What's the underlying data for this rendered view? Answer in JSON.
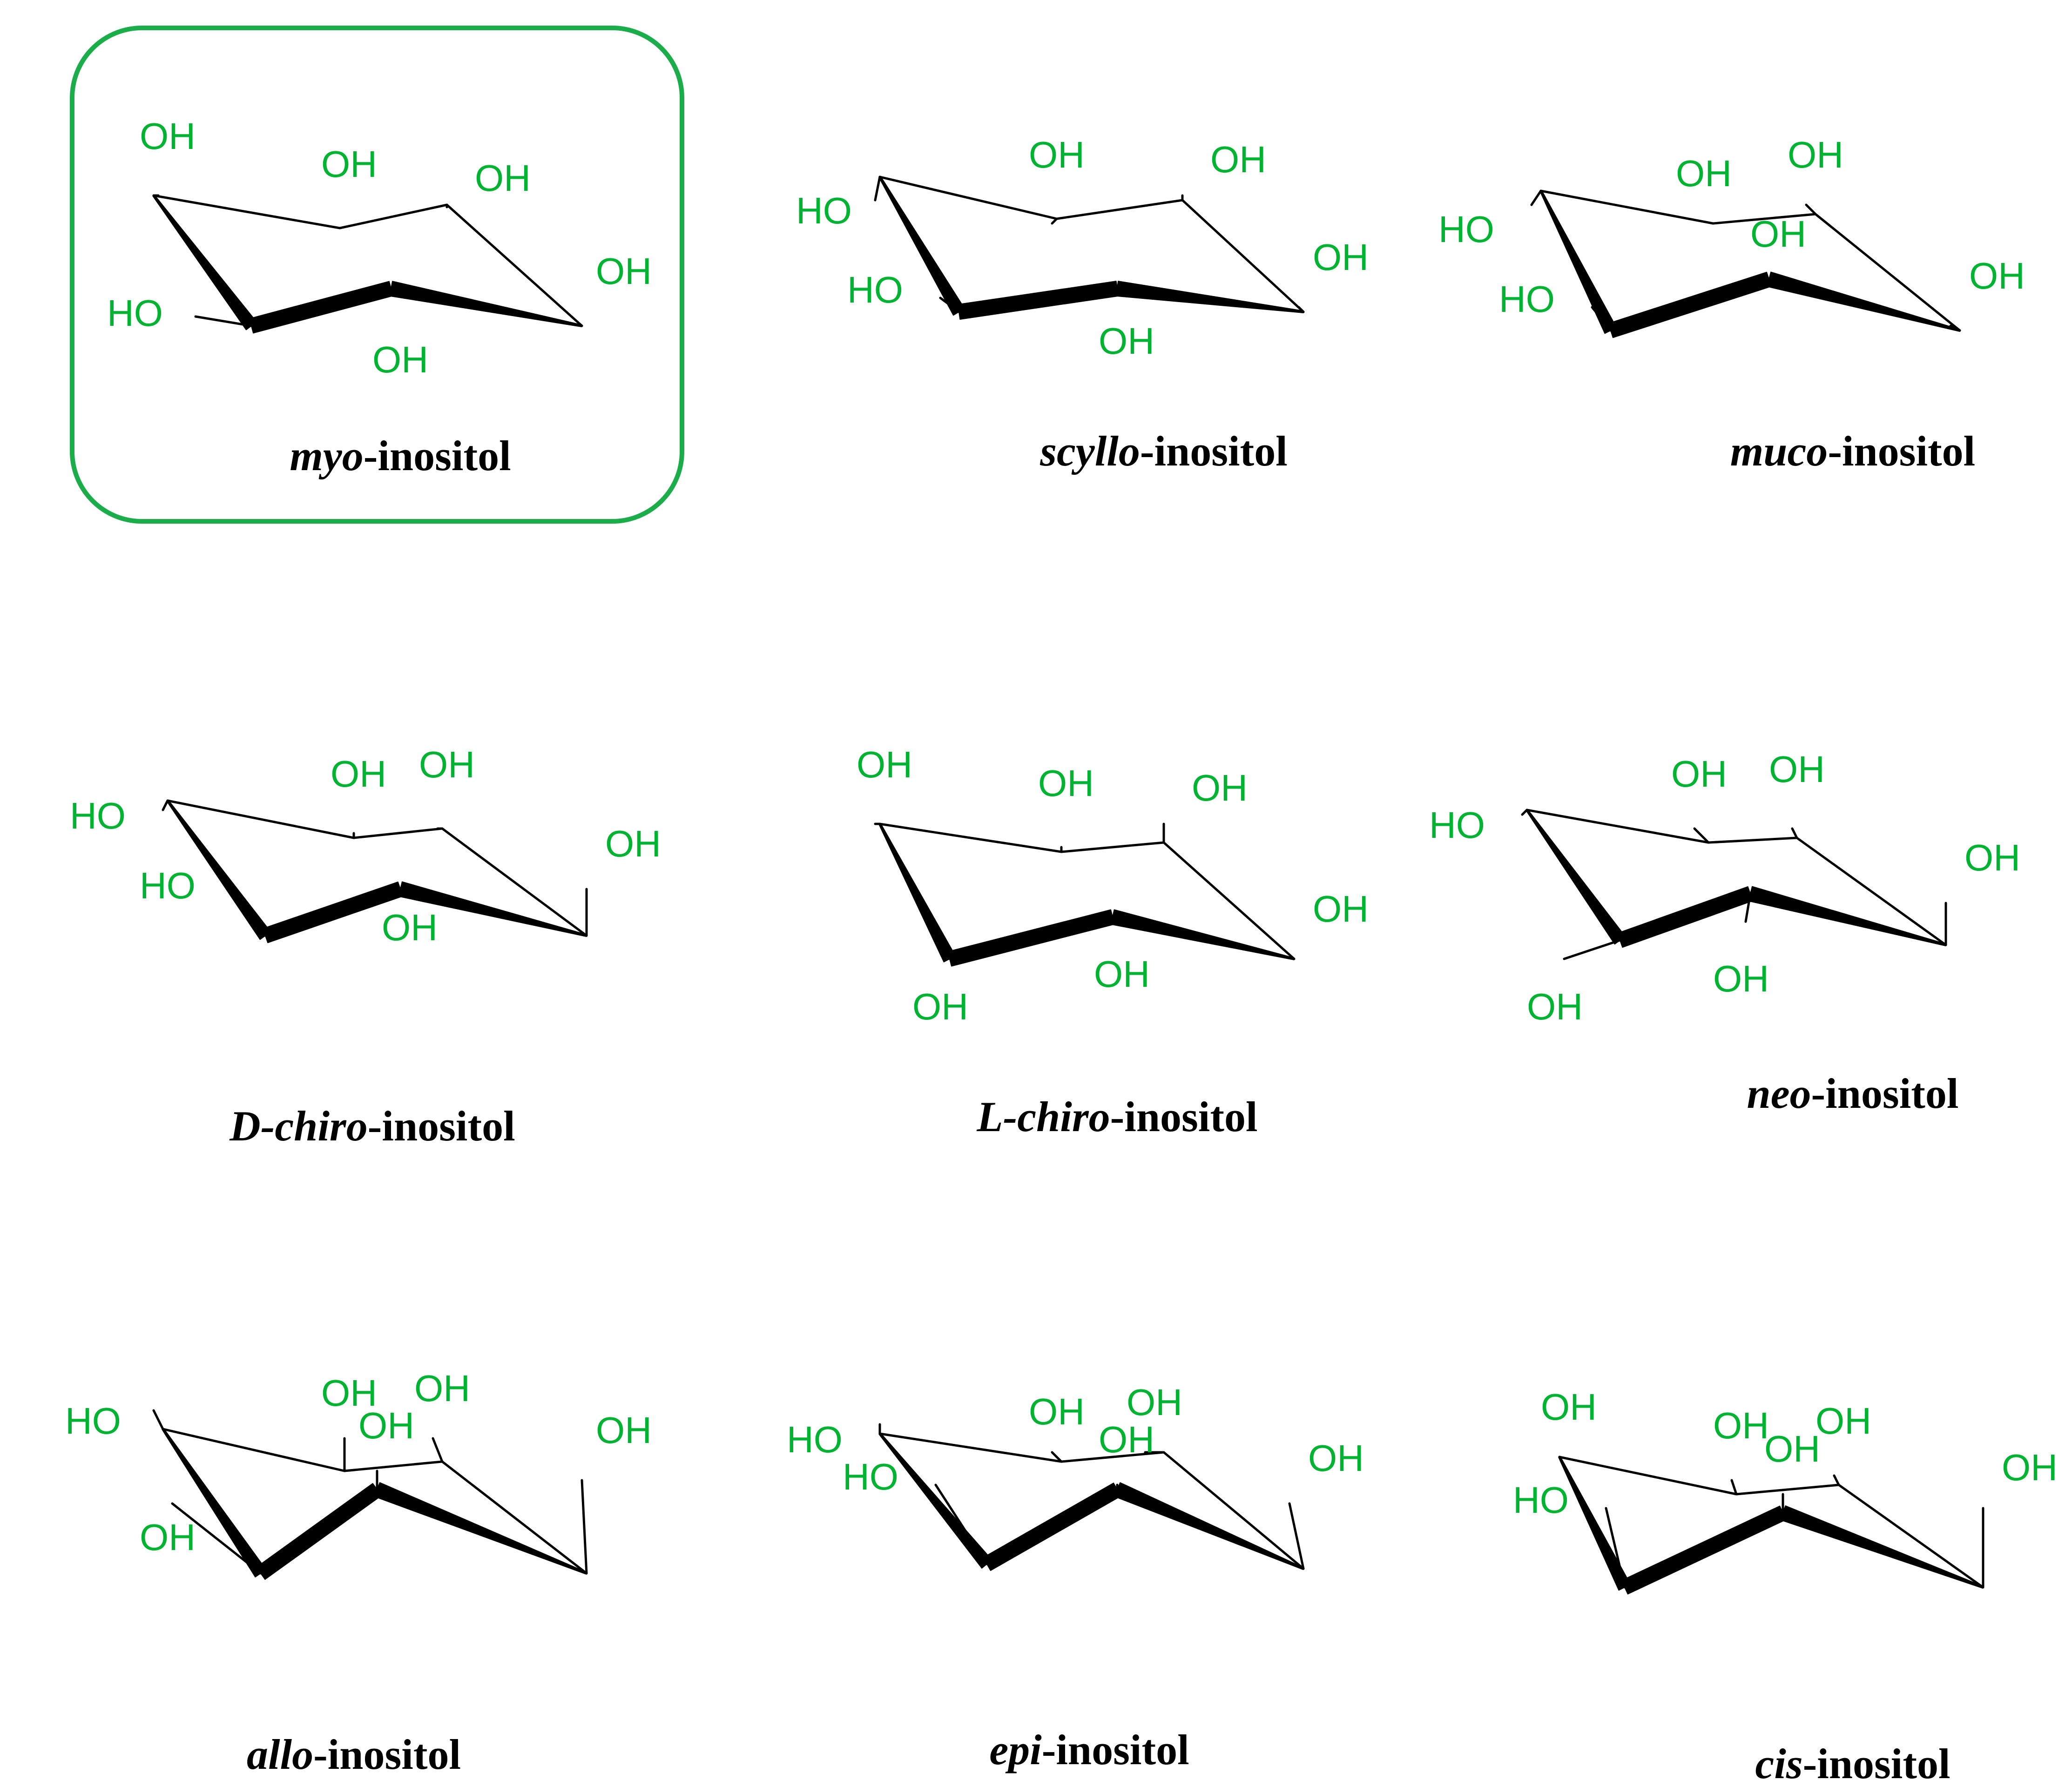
{
  "colors": {
    "oh_text": "#00b331",
    "bond": "#000000",
    "highlight_border": "#1aad4a",
    "background": "#ffffff"
  },
  "highlighted": "myo",
  "molecules": [
    {
      "id": "myo",
      "name_prefix": "myo",
      "name_suffix": "-inositol",
      "highlighted": true,
      "groups": [
        "OH",
        "OH",
        "OH",
        "HO",
        "OH",
        "OH"
      ]
    },
    {
      "id": "scyllo",
      "name_prefix": "scyllo",
      "name_suffix": "-inositol",
      "highlighted": false,
      "groups": [
        "HO",
        "OH",
        "OH",
        "HO",
        "OH",
        "OH"
      ]
    },
    {
      "id": "muco",
      "name_prefix": "muco",
      "name_suffix": "-inositol",
      "highlighted": false,
      "groups": [
        "HO",
        "OH",
        "OH",
        "HO",
        "OH",
        "OH"
      ]
    },
    {
      "id": "d-chiro",
      "name_prefix": "D-chiro",
      "name_suffix": "-inositol",
      "highlighted": false,
      "groups": [
        "HO",
        "OH",
        "OH",
        "HO",
        "OH",
        "OH"
      ]
    },
    {
      "id": "l-chiro",
      "name_prefix": "L-chiro",
      "name_suffix": "-inositol",
      "highlighted": false,
      "groups": [
        "OH",
        "OH",
        "OH",
        "OH",
        "OH",
        "OH"
      ]
    },
    {
      "id": "neo",
      "name_prefix": "neo",
      "name_suffix": "-inositol",
      "highlighted": false,
      "groups": [
        "HO",
        "OH",
        "OH",
        "OH",
        "OH",
        "OH"
      ]
    },
    {
      "id": "allo",
      "name_prefix": "allo",
      "name_suffix": "-inositol",
      "highlighted": false,
      "groups": [
        "HO",
        "OH",
        "OH",
        "OH",
        "OH",
        "OH"
      ]
    },
    {
      "id": "epi",
      "name_prefix": "epi",
      "name_suffix": "-inositol",
      "highlighted": false,
      "groups": [
        "HO",
        "OH",
        "OH",
        "HO",
        "OH",
        "OH"
      ]
    },
    {
      "id": "cis",
      "name_prefix": "cis",
      "name_suffix": "-inositol",
      "highlighted": false,
      "groups": [
        "OH",
        "OH",
        "OH",
        "HO",
        "OH",
        "OH"
      ]
    }
  ]
}
